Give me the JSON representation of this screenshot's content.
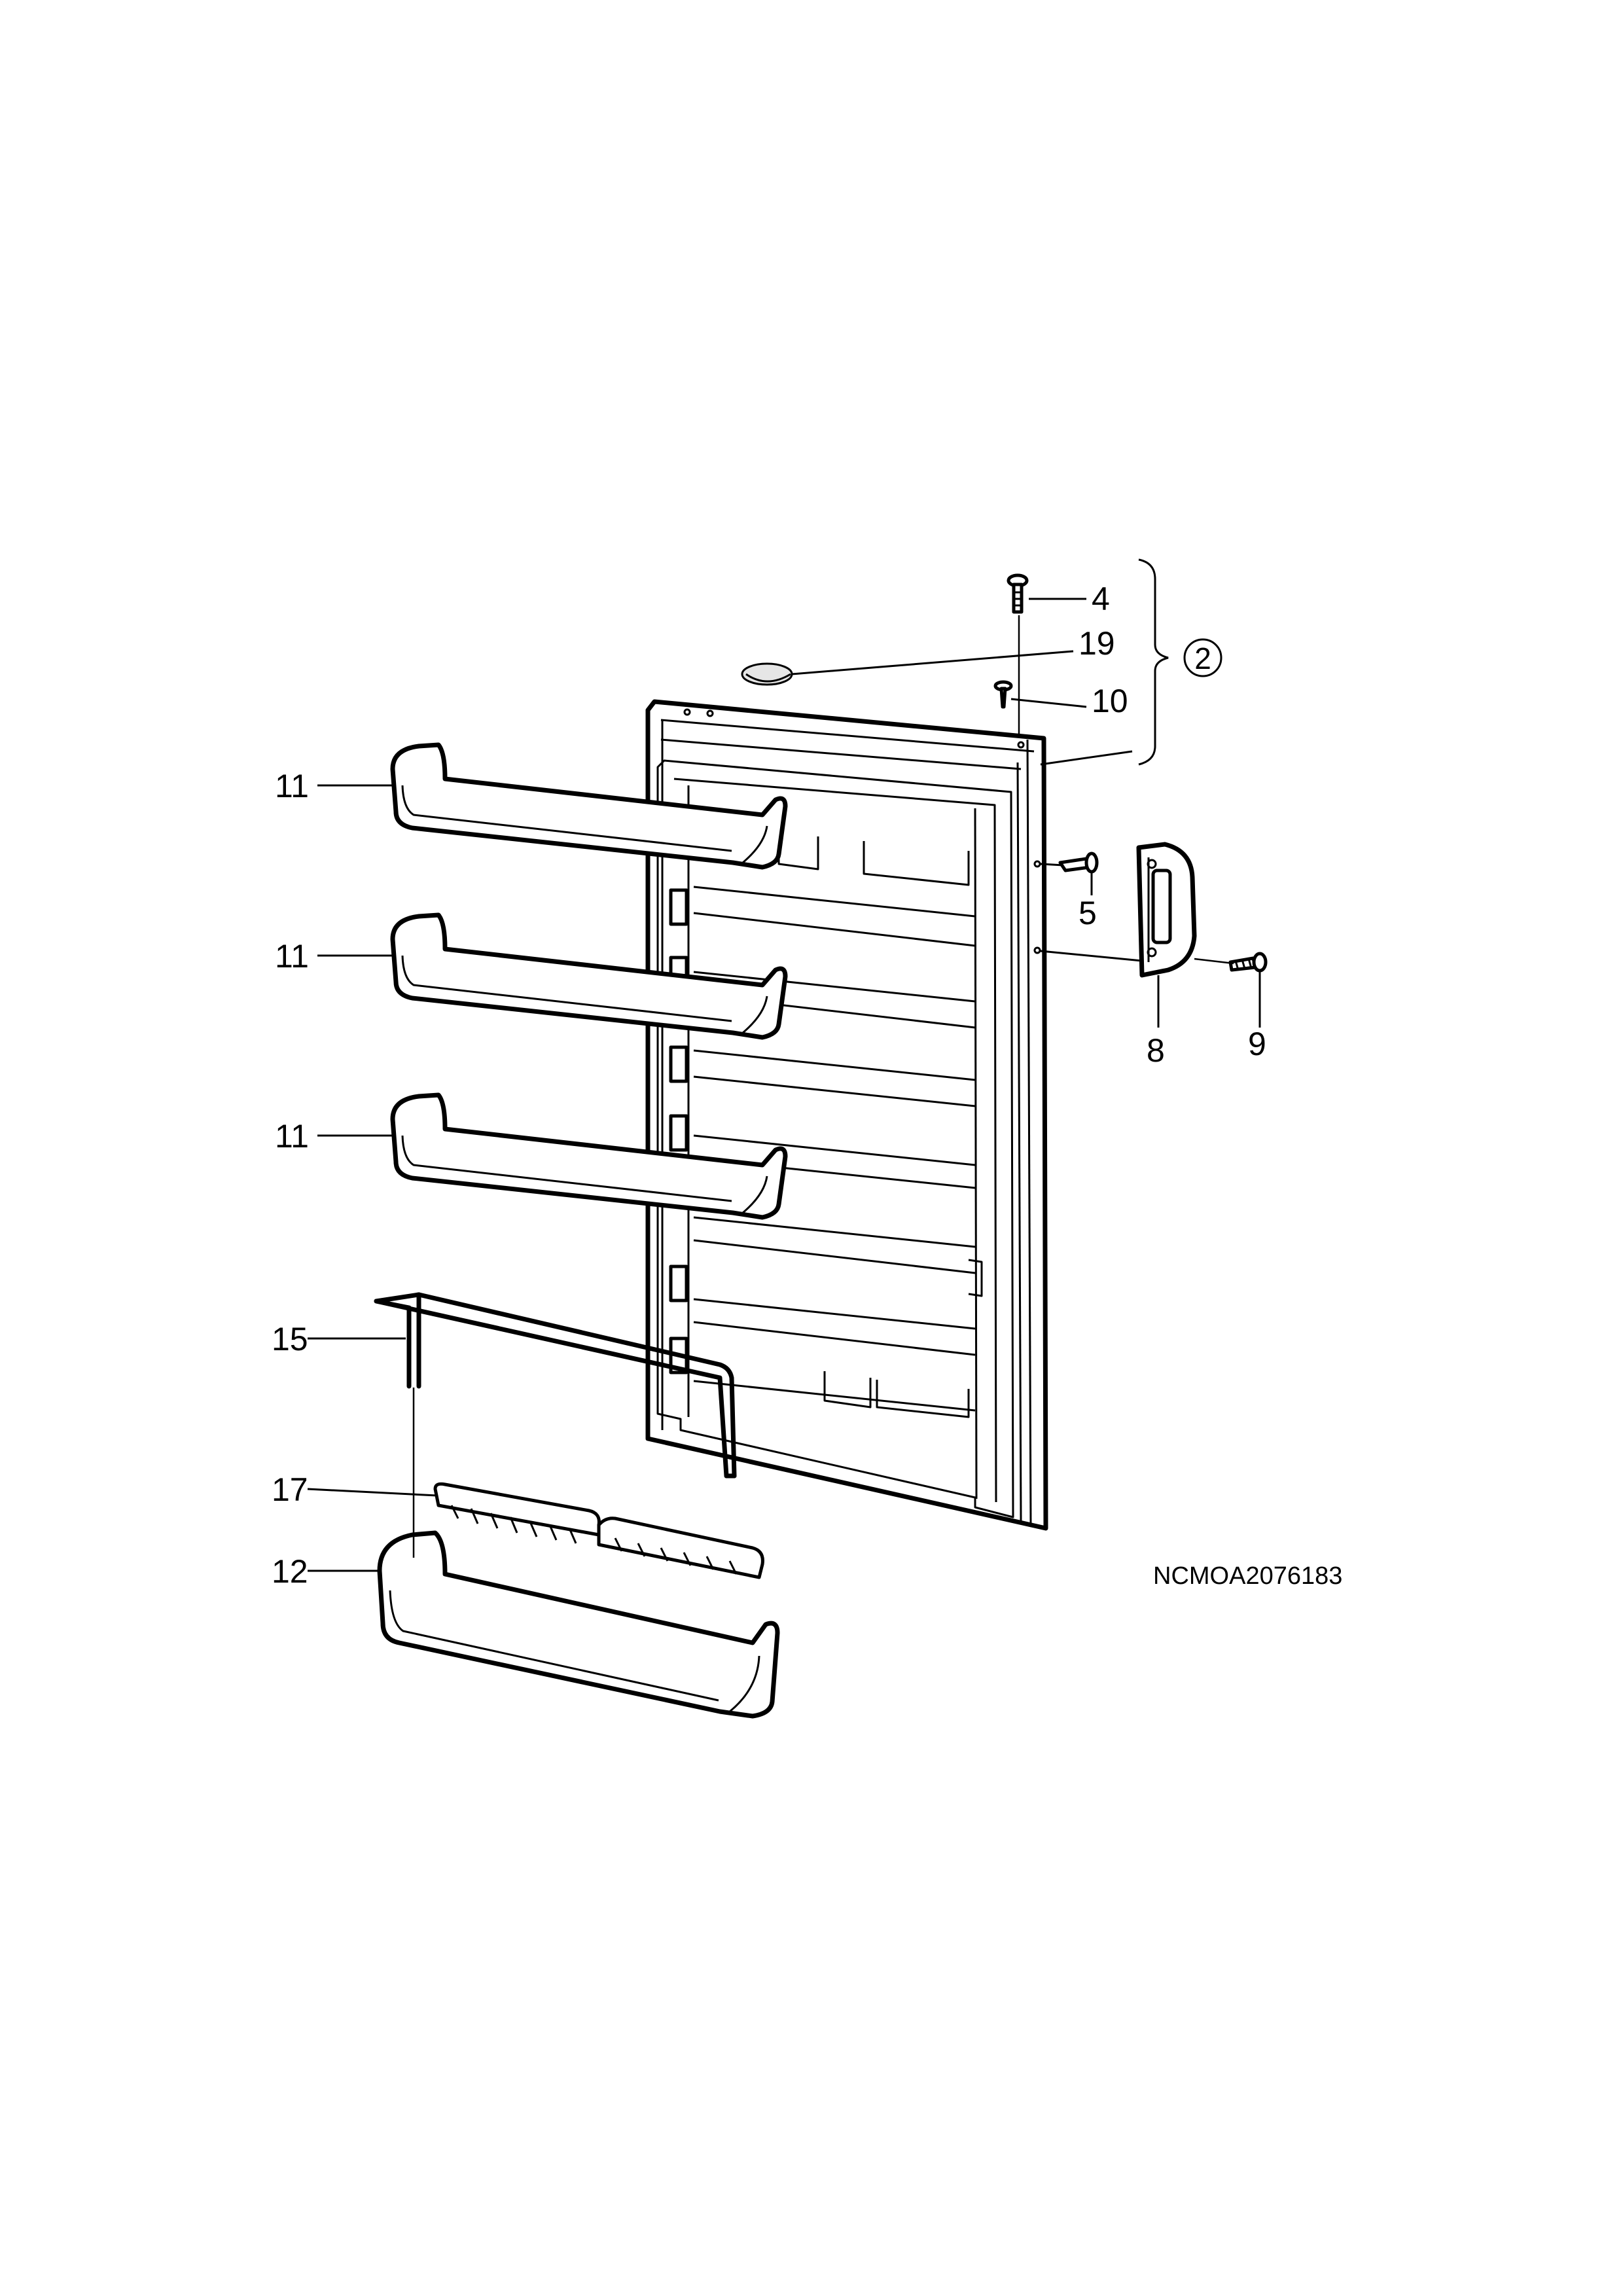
{
  "drawing_code": "NCMOA2076183",
  "group_label": "2",
  "callouts": {
    "screw_4": "4",
    "cap_19": "19",
    "pin_10": "10",
    "pin_5": "5",
    "handle_8": "8",
    "screw_9": "9",
    "shelf_11_a": "11",
    "shelf_11_b": "11",
    "shelf_11_c": "11",
    "rail_15": "15",
    "divider_17": "17",
    "shelf_12": "12"
  }
}
